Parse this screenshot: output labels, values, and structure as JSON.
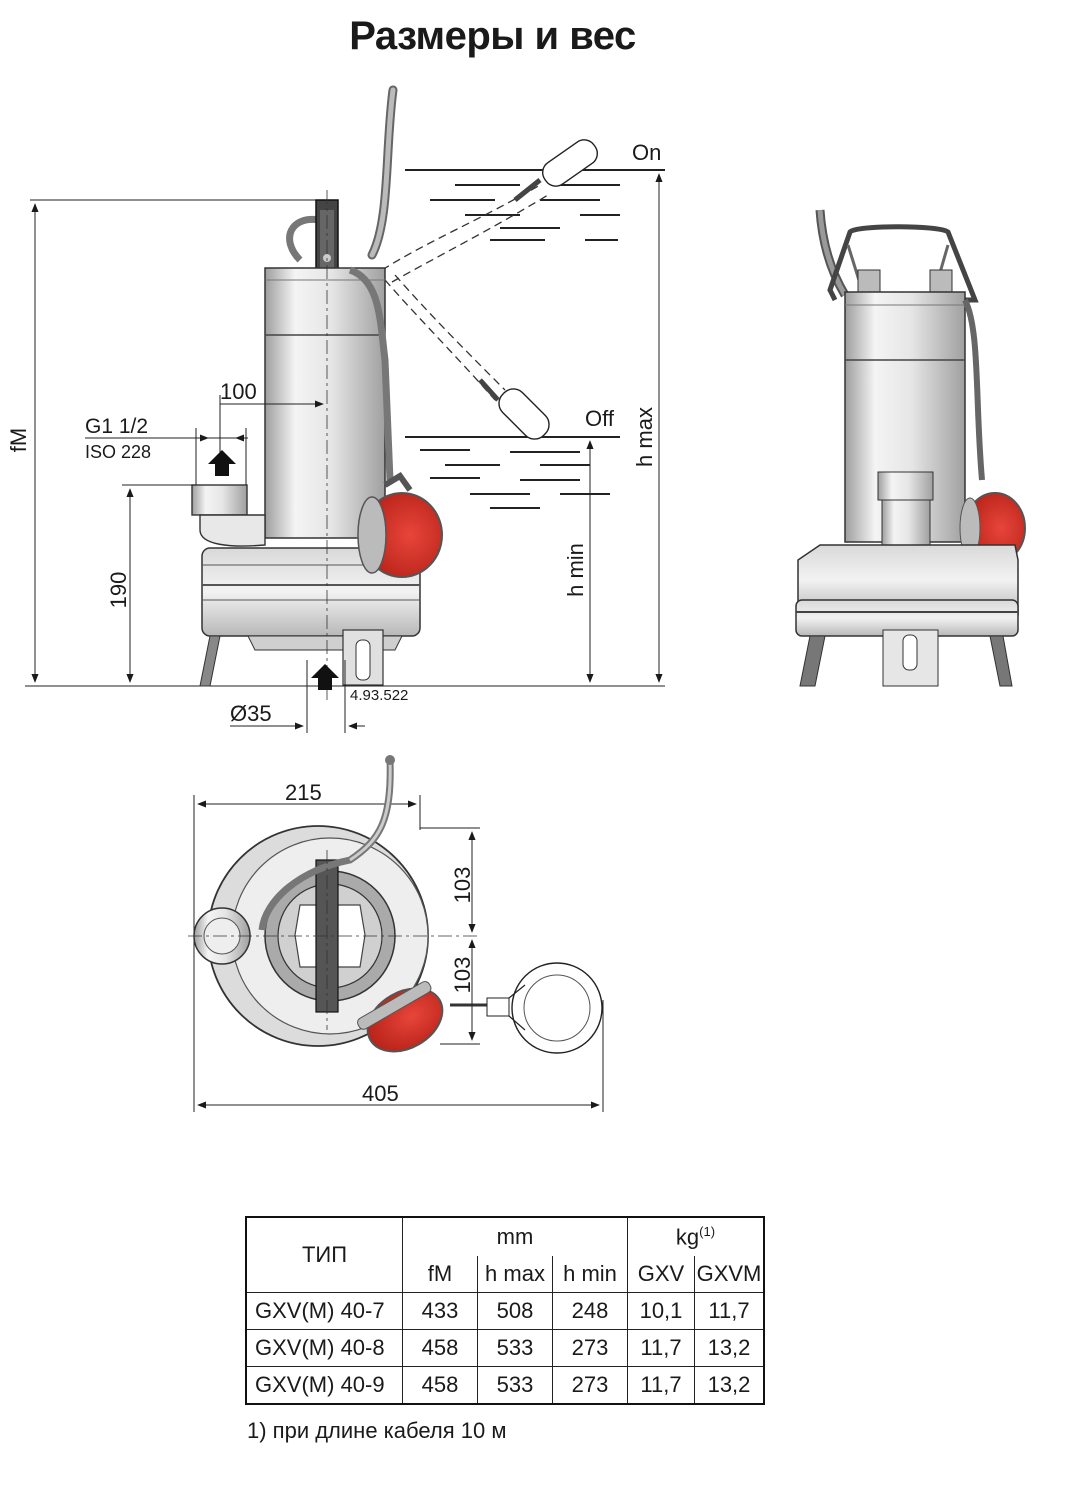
{
  "title": "Размеры и вес",
  "labels": {
    "on": "On",
    "off": "Off",
    "fM": "fM",
    "h_max": "h max",
    "h_min": "h min",
    "dim_100": "100",
    "g_thread": "G1 1/2",
    "iso": "ISO 228",
    "dim_190": "190",
    "dim_d35": "Ø35",
    "drawing_code": "4.93.522",
    "dim_215": "215",
    "dim_103_top": "103",
    "dim_103_bottom": "103",
    "dim_405": "405"
  },
  "table": {
    "col_type": "ТИП",
    "group_mm": "mm",
    "group_kg": "kg",
    "group_kg_sup": "(1)",
    "cols": [
      "fM",
      "h max",
      "h min",
      "GXV",
      "GXVM"
    ],
    "rows": [
      {
        "a": "GXV",
        "b": "(M)",
        "c": " 40-7",
        "fM": "433",
        "hmax": "508",
        "hmin": "248",
        "gxv": "10,1",
        "gxvm": "11,7"
      },
      {
        "a": "GXV",
        "b": "(M)",
        "c": " 40-8",
        "fM": "458",
        "hmax": "533",
        "hmin": "273",
        "gxv": "11,7",
        "gxvm": "13,2"
      },
      {
        "a": "GXV",
        "b": "(M)",
        "c": " 40-9",
        "fM": "458",
        "hmax": "533",
        "hmin": "273",
        "gxv": "11,7",
        "gxvm": "13,2"
      }
    ]
  },
  "footnote": "1)  при длине кабеля 10 м",
  "colors": {
    "float_red": "#d8322a",
    "metal_light": "#eeeeee",
    "metal_mid": "#bdbdbd",
    "outline": "#1a1a1a"
  }
}
